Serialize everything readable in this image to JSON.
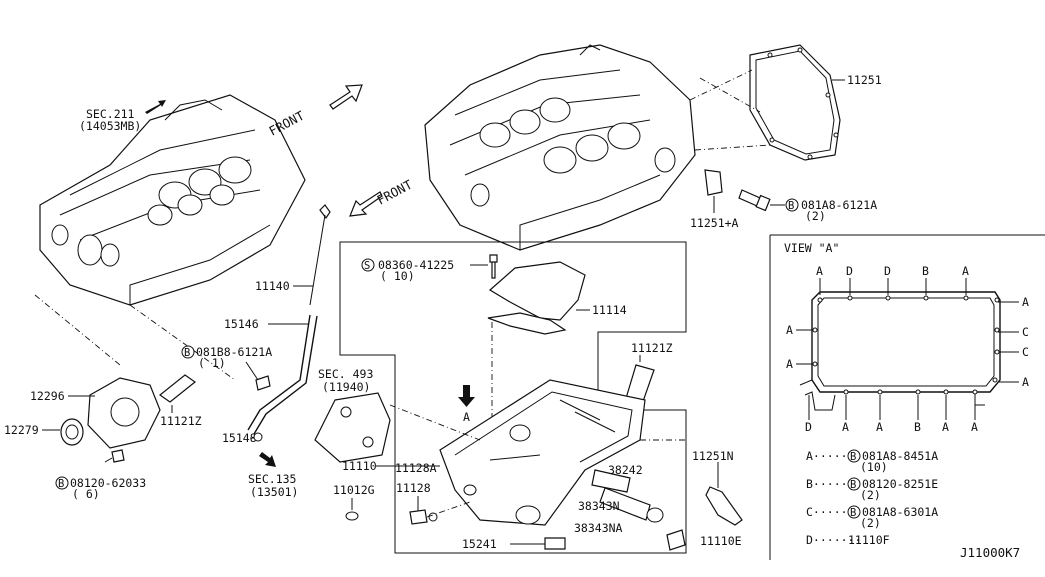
{
  "labels": {
    "sec211": "SEC.211",
    "p14053mb": "(14053MB)",
    "front_left": "FRONT",
    "front_right": "FRONT",
    "p11251": "11251",
    "p11251a": "11251+A",
    "b081a8_6121a": "081A8-6121A",
    "b081a8_6121a_qty": "(2)",
    "s08360": "08360-41225",
    "s08360_qty": "( 10)",
    "p11114": "11114",
    "p11121z_top": "11121Z",
    "p11140": "11140",
    "p15146": "15146",
    "b081b8": "081B8-6121A",
    "b081b8_qty": "( 1)",
    "sec493": "SEC. 493",
    "p11940": "(11940)",
    "p12296": "12296",
    "p12279": "12279",
    "p11121z_bot": "11121Z",
    "p15148": "15148",
    "b08120_62033": "08120-62033",
    "b08120_62033_qty": "( 6)",
    "sec135": "SEC.135",
    "p13501": "(13501)",
    "p11110": "11110",
    "p11128a": "11128A",
    "p11128": "11128",
    "p11012g": "11012G",
    "arrow_a": "A",
    "p38242": "38242",
    "p38343n": "38343N",
    "p38343na": "38343NA",
    "p11251n": "11251N",
    "p15241": "15241",
    "p11110e": "11110E",
    "circle_b": "B",
    "circle_s": "S",
    "diagram_code": "J11000K7"
  },
  "view_a": {
    "title": "VIEW \"A\"",
    "top_letters": [
      "A",
      "D",
      "D",
      "B",
      "A"
    ],
    "left_letters": [
      "A",
      "A"
    ],
    "right_letters": [
      "A",
      "C",
      "C",
      "A"
    ],
    "bottom_letters": [
      "D",
      "A",
      "A",
      "B",
      "A",
      "A"
    ],
    "legend": [
      {
        "key": "A",
        "dots": "A·······",
        "circle": "B",
        "part": "081A8-8451A",
        "qty": "(10)"
      },
      {
        "key": "B",
        "dots": "B·······",
        "circle": "B",
        "part": "08120-8251E",
        "qty": "(2)"
      },
      {
        "key": "C",
        "dots": "C·······",
        "circle": "B",
        "part": "081A8-6301A",
        "qty": "(2)"
      },
      {
        "key": "D",
        "dots": "D·······",
        "circle": "",
        "part": "11110F",
        "qty": ""
      }
    ]
  }
}
